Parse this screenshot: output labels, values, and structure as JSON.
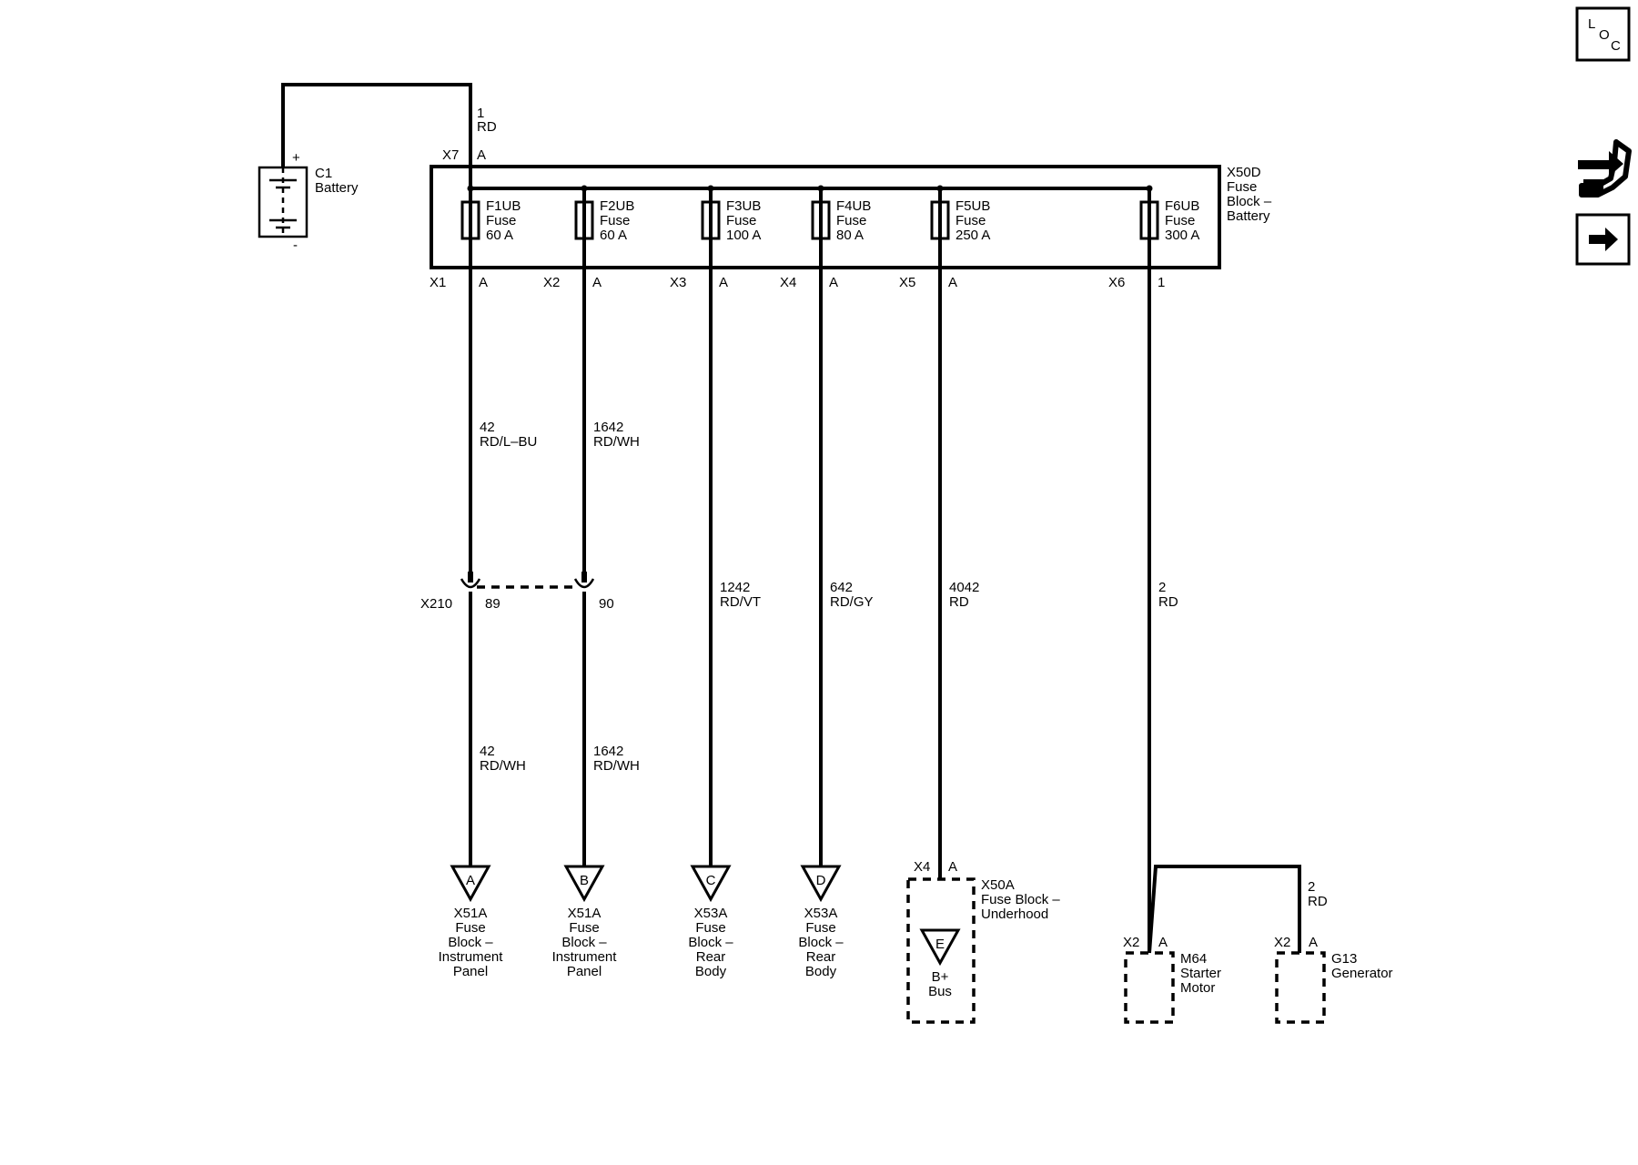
{
  "battery": {
    "ref": "C1",
    "name": "Battery",
    "plus": "+",
    "minus": "-"
  },
  "feed": {
    "circuit": "1",
    "color": "RD",
    "pin_conn": "X7",
    "pin": "A"
  },
  "fuse_block": {
    "ref": "X50D",
    "line1": "Fuse",
    "line2": "Block –",
    "line3": "Battery"
  },
  "fuses": [
    {
      "id": "F1UB",
      "kind": "Fuse",
      "rating": "60 A",
      "conn": "X1",
      "pin": "A"
    },
    {
      "id": "F2UB",
      "kind": "Fuse",
      "rating": "60 A",
      "conn": "X2",
      "pin": "A"
    },
    {
      "id": "F3UB",
      "kind": "Fuse",
      "rating": "100 A",
      "conn": "X3",
      "pin": "A"
    },
    {
      "id": "F4UB",
      "kind": "Fuse",
      "rating": "80 A",
      "conn": "X4",
      "pin": "A"
    },
    {
      "id": "F5UB",
      "kind": "Fuse",
      "rating": "250 A",
      "conn": "X5",
      "pin": "A"
    },
    {
      "id": "F6UB",
      "kind": "Fuse",
      "rating": "300 A",
      "conn": "X6",
      "pin": "1"
    }
  ],
  "wires_upper": [
    {
      "circuit": "42",
      "color": "RD/L–BU"
    },
    {
      "circuit": "1642",
      "color": "RD/WH"
    },
    {
      "circuit": "1242",
      "color": "RD/VT"
    },
    {
      "circuit": "642",
      "color": "RD/GY"
    },
    {
      "circuit": "4042",
      "color": "RD"
    },
    {
      "circuit": "2",
      "color": "RD"
    }
  ],
  "inline_connector": {
    "ref": "X210",
    "pin1": "89",
    "pin2": "90"
  },
  "wires_lower": [
    {
      "circuit": "42",
      "color": "RD/WH"
    },
    {
      "circuit": "1642",
      "color": "RD/WH"
    }
  ],
  "destinations": [
    {
      "letter": "A",
      "ref": "X51A",
      "l1": "Fuse",
      "l2": "Block –",
      "l3": "Instrument",
      "l4": "Panel"
    },
    {
      "letter": "B",
      "ref": "X51A",
      "l1": "Fuse",
      "l2": "Block –",
      "l3": "Instrument",
      "l4": "Panel"
    },
    {
      "letter": "C",
      "ref": "X53A",
      "l1": "Fuse",
      "l2": "Block –",
      "l3": "Rear",
      "l4": "Body"
    },
    {
      "letter": "D",
      "ref": "X53A",
      "l1": "Fuse",
      "l2": "Block –",
      "l3": "Rear",
      "l4": "Body"
    }
  ],
  "underhood": {
    "conn": "X4",
    "pin": "A",
    "ref": "X50A",
    "l1": "Fuse Block –",
    "l2": "Underhood",
    "letter": "E",
    "bus1": "B+",
    "bus2": "Bus"
  },
  "starter": {
    "conn": "X2",
    "pin": "A",
    "ref": "M64",
    "l1": "Starter",
    "l2": "Motor"
  },
  "generator_wire": {
    "circuit": "2",
    "color": "RD"
  },
  "generator": {
    "conn": "X2",
    "pin": "A",
    "ref": "G13",
    "l1": "Generator"
  },
  "side_icons": {
    "loc": [
      "L",
      "O",
      "C"
    ],
    "tools": "tools-icon",
    "next": "arrow-right-icon"
  }
}
